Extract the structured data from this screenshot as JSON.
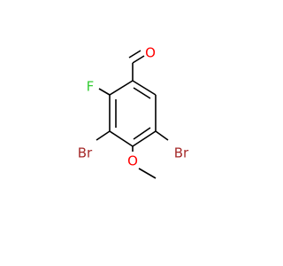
{
  "molecule": {
    "atoms": {
      "oxygen_carbonyl": "O",
      "fluorine": "F",
      "bromine_left": "Br",
      "bromine_right": "Br",
      "oxygen_methoxy": "O"
    }
  },
  "colors": {
    "bond": "#000000",
    "oxygen": "#ff0000",
    "fluorine": "#33cc33",
    "bromine": "#a52a2a"
  }
}
